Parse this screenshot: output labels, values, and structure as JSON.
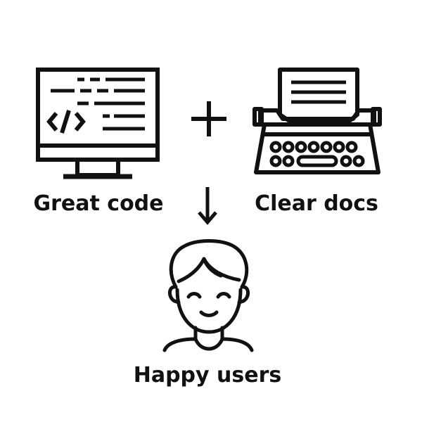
{
  "labels": {
    "code": "Great code",
    "docs": "Clear docs",
    "users": "Happy users"
  },
  "icons": {
    "monitor": "code-monitor-icon",
    "typewriter": "typewriter-icon",
    "plus": "plus-icon",
    "arrow": "arrow-down-icon",
    "user": "happy-user-icon"
  },
  "colors": {
    "stroke": "#111111",
    "background": "#ffffff"
  }
}
